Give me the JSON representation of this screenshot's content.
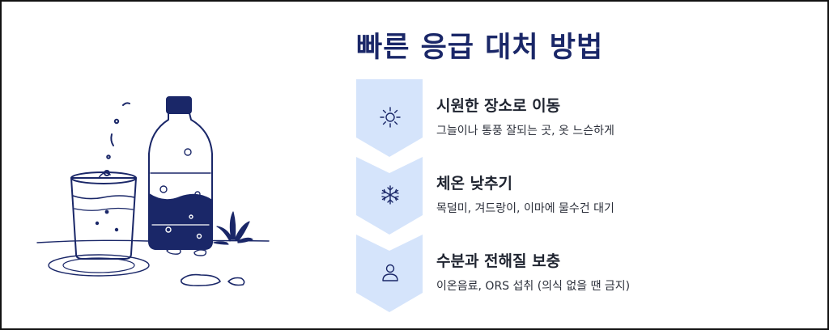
{
  "title": "빠른 응급 대처 방법",
  "colors": {
    "title": "#1a2768",
    "chevron_fill": "#d5e4fb",
    "icon_stroke": "#1a2768",
    "navy": "#1a2768"
  },
  "steps": [
    {
      "icon": "sun-icon",
      "title": "시원한 장소로 이동",
      "description": "그늘이나 통풍 잘되는 곳, 옷 느슨하게"
    },
    {
      "icon": "snowflake-icon",
      "title": "체온 낮추기",
      "description": "목덜미, 겨드랑이, 이마에 물수건 대기"
    },
    {
      "icon": "person-icon",
      "title": "수분과 전해질 보충",
      "description": "이온음료, ORS 섭취 (의식 없을 땐 금지)"
    }
  ],
  "illustration": {
    "subjects": [
      "water-glass",
      "water-bottle",
      "plant"
    ]
  }
}
